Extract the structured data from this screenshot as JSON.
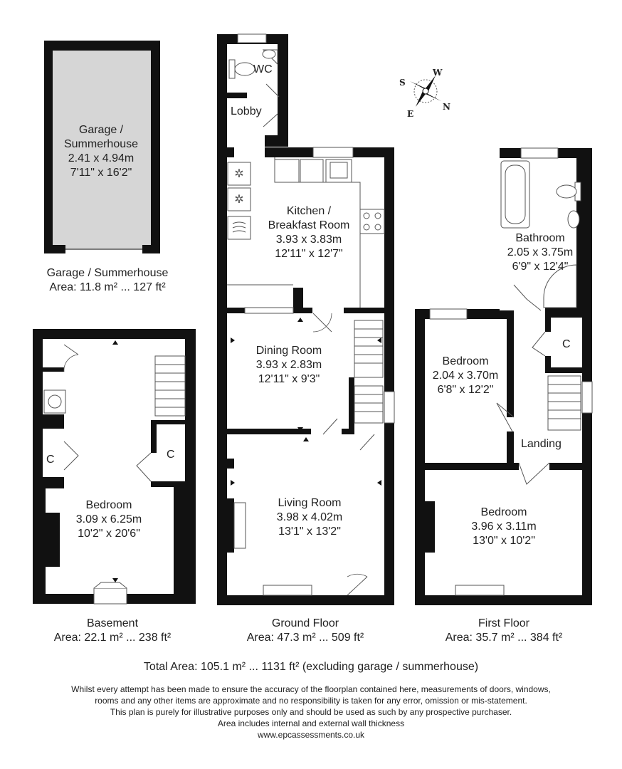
{
  "garage": {
    "room_name": "Garage /\nSummerhouse",
    "metric": "2.41 x 4.94m",
    "imperial": "7'11\" x 16'2\"",
    "caption_title": "Garage / Summerhouse",
    "caption_area": "Area: 11.8 m² ... 127 ft²"
  },
  "basement": {
    "bedroom": {
      "name": "Bedroom",
      "metric": "3.09 x 6.25m",
      "imperial": "10'2\" x 20'6\""
    },
    "cupboard_left": "C",
    "cupboard_right": "C",
    "caption_title": "Basement",
    "caption_area": "Area: 22.1 m² ... 238 ft²"
  },
  "ground_floor": {
    "wc": "WC",
    "lobby": "Lobby",
    "kitchen": {
      "name": "Kitchen /\nBreakfast Room",
      "metric": "3.93 x 3.83m",
      "imperial": "12'11\" x 12'7\""
    },
    "dining": {
      "name": "Dining Room",
      "metric": "3.93 x 2.83m",
      "imperial": "12'11\" x 9'3\""
    },
    "living": {
      "name": "Living Room",
      "metric": "3.98 x 4.02m",
      "imperial": "13'1\" x 13'2\""
    },
    "caption_title": "Ground Floor",
    "caption_area": "Area: 47.3 m² ... 509 ft²"
  },
  "first_floor": {
    "bathroom": {
      "name": "Bathroom",
      "metric": "2.05 x 3.75m",
      "imperial": "6'9\" x 12'4\""
    },
    "bedroom_small": {
      "name": "Bedroom",
      "metric": "2.04 x 3.70m",
      "imperial": "6'8\" x 12'2\""
    },
    "bedroom_large": {
      "name": "Bedroom",
      "metric": "3.96 x 3.11m",
      "imperial": "13'0\" x 10'2\""
    },
    "cupboard": "C",
    "landing": "Landing",
    "caption_title": "First Floor",
    "caption_area": "Area: 35.7 m² ... 384 ft²"
  },
  "compass": {
    "n": "N",
    "s": "S",
    "e": "E",
    "w": "W",
    "icon": "compass-rose-icon"
  },
  "total_area": "Total Area: 105.1 m² ... 1131 ft² (excluding garage / summerhouse)",
  "disclaimer": [
    "Whilst every attempt has been made to ensure the accuracy of the floorplan contained here, measurements of doors, windows,",
    "rooms and any other items are approximate and no responsibility is taken for any error, omission or mis-statement.",
    "This plan is purely for illustrative purposes only and should be used as such by any prospective purchaser.",
    "Area includes internal and external wall thickness",
    "www.epcassessments.co.uk"
  ],
  "colors": {
    "wall": "#111111",
    "garage_fill": "#d6d6d6",
    "fixture": "#555555"
  }
}
